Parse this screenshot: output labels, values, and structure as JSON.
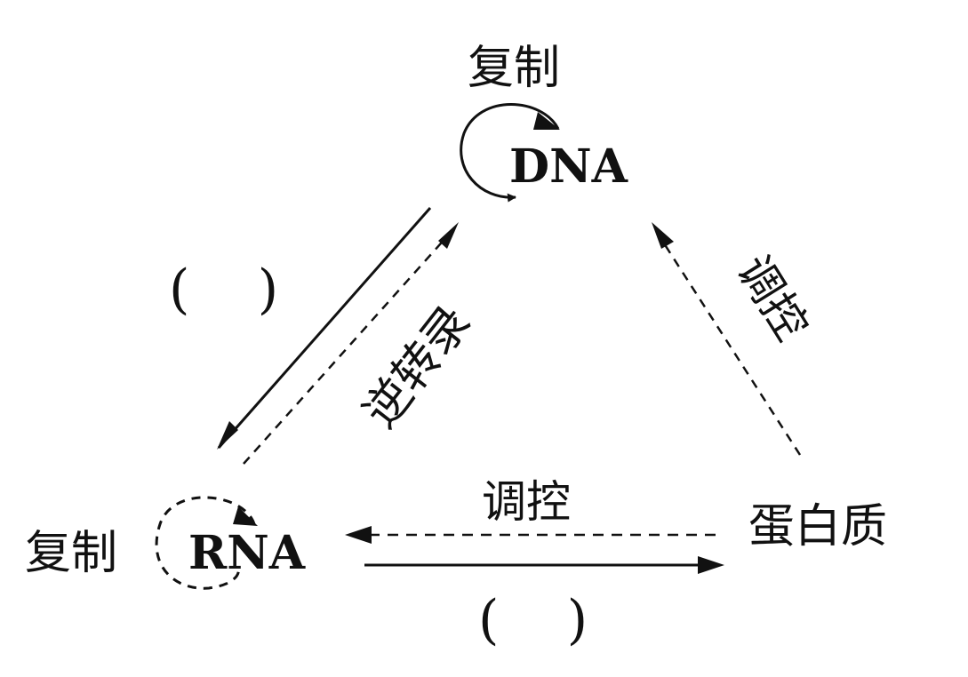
{
  "diagram": {
    "nodes": {
      "dna": "DNA",
      "rna": "RNA",
      "protein": "蛋白质"
    },
    "labels": {
      "dna_replication": "复制",
      "rna_replication": "复制",
      "reverse_transcription": "逆转录",
      "regulation_protein_to_dna": "调控",
      "regulation_protein_to_rna": "调控",
      "blank_dna_to_rna": "(    )",
      "blank_rna_to_protein": "(    )"
    }
  }
}
